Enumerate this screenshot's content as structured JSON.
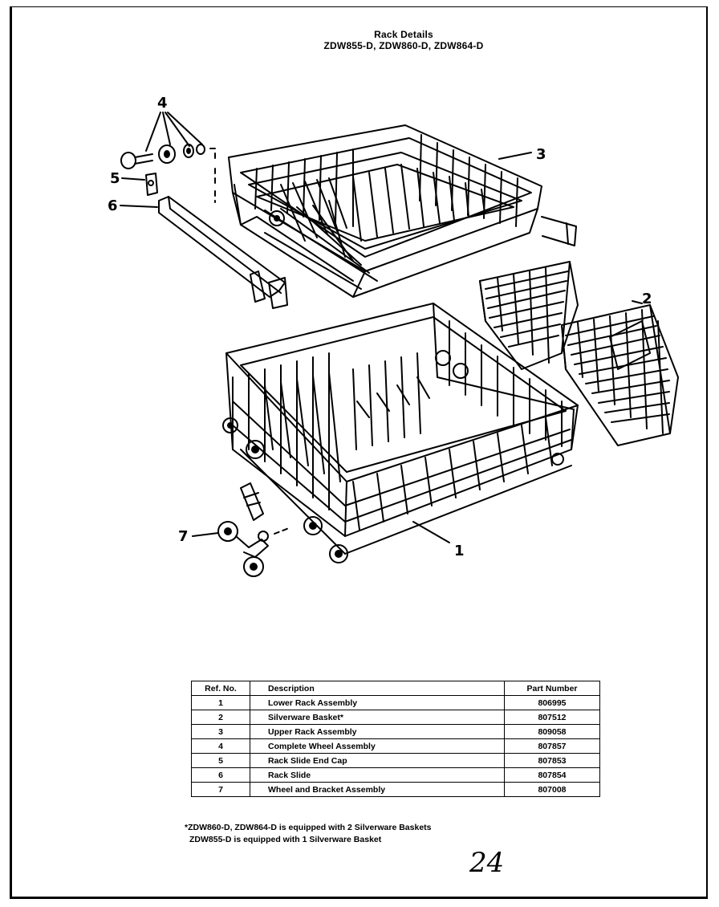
{
  "header": {
    "title": "Rack Details",
    "models": "ZDW855-D, ZDW860-D, ZDW864-D"
  },
  "callouts": [
    "4",
    "5",
    "6",
    "3",
    "2",
    "7",
    "1"
  ],
  "table": {
    "headers": [
      "Ref. No.",
      "Description",
      "Part Number"
    ],
    "rows": [
      {
        "ref": "1",
        "desc": "Lower Rack Assembly",
        "part": "806995"
      },
      {
        "ref": "2",
        "desc": "Silverware Basket*",
        "part": "807512"
      },
      {
        "ref": "3",
        "desc": "Upper Rack Assembly",
        "part": "809058"
      },
      {
        "ref": "4",
        "desc": "Complete Wheel Assembly",
        "part": "807857"
      },
      {
        "ref": "5",
        "desc": "Rack Slide End Cap",
        "part": "807853"
      },
      {
        "ref": "6",
        "desc": "Rack Slide",
        "part": "807854"
      },
      {
        "ref": "7",
        "desc": "Wheel and Bracket Assembly",
        "part": "807008"
      }
    ]
  },
  "footnotes": [
    "*ZDW860-D, ZDW864-D is equipped with 2 Silverware Baskets",
    "ZDW855-D is equipped with 1 Silverware Basket"
  ],
  "page_mark": "24"
}
